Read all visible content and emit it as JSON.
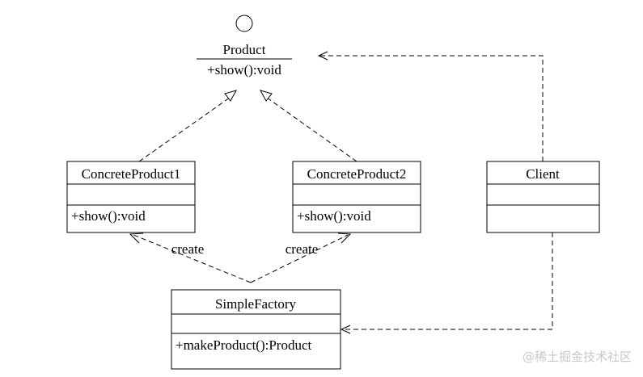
{
  "diagram": {
    "product": {
      "name": "Product",
      "operation": "+show():void"
    },
    "concrete_product_1": {
      "name": "ConcreteProduct1",
      "operation": "+show():void"
    },
    "concrete_product_2": {
      "name": "ConcreteProduct2",
      "operation": "+show():void"
    },
    "client": {
      "name": "Client"
    },
    "simple_factory": {
      "name": "SimpleFactory",
      "operation": "+makeProduct():Product"
    },
    "relations": {
      "create_label_1": "create",
      "create_label_2": "create"
    }
  },
  "watermark": "@稀土掘金技术社区",
  "colors": {
    "line": "#000000",
    "background": "#ffffff",
    "watermark": "#c8c8c8"
  }
}
